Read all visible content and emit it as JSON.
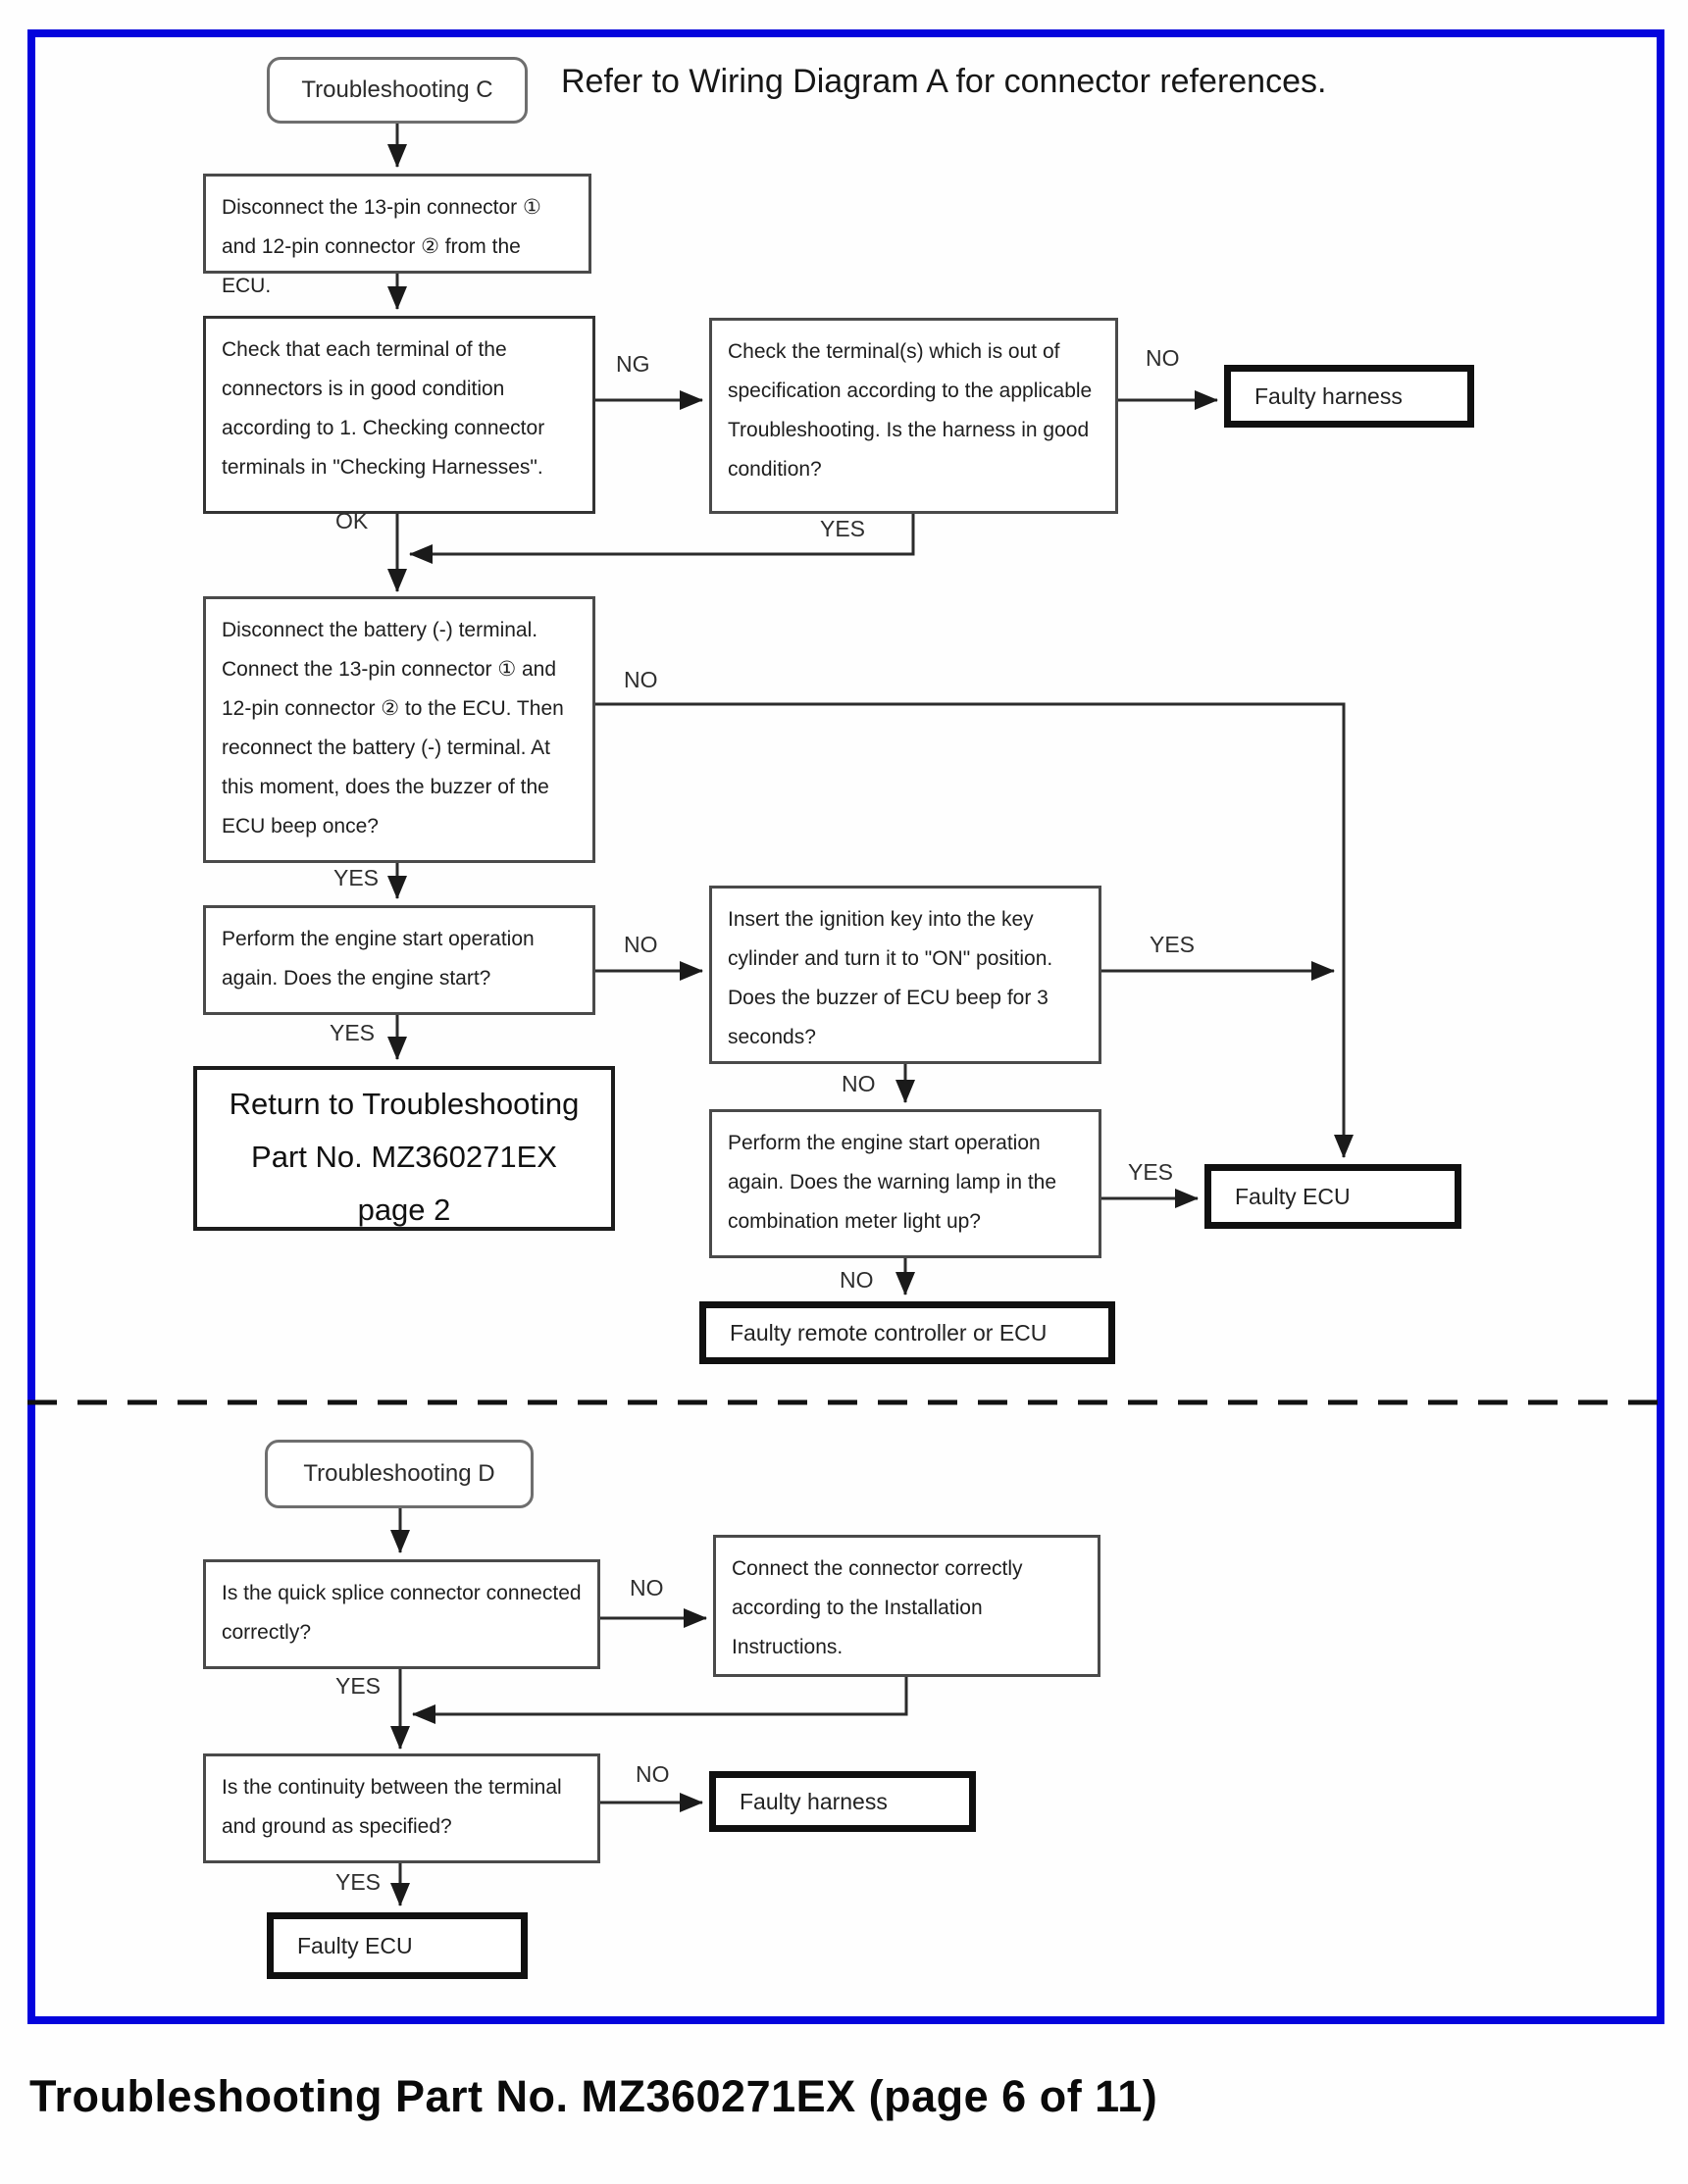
{
  "header": {
    "note": "Refer to Wiring Diagram A for connector references.",
    "caption": "Troubleshooting Part No. MZ360271EX (page 6 of 11)"
  },
  "labels": {
    "yes": "YES",
    "no": "NO",
    "ok": "OK",
    "ng": "NG"
  },
  "colors": {
    "frame_blue": "#0404dd",
    "line": "#2b2b2b"
  },
  "c": {
    "title": "Troubleshooting C",
    "disconnect": "Disconnect the 13-pin connector ① and 12-pin connector ② from the ECU.",
    "check_terminals": "Check that each terminal of the connectors is in good condition according to 1. Checking connector terminals in \"Checking Harnesses\".",
    "check_out_of_spec": "Check the terminal(s) which is out of specification according to the applicable Troubleshooting. Is the harness in good condition?",
    "faulty_harness": "Faulty harness",
    "battery": "Disconnect the battery (-) terminal. Connect the 13-pin connector ① and 12-pin connector ② to the ECU. Then reconnect the battery (-) terminal. At this moment, does the buzzer of the ECU beep once?",
    "engine_start": "Perform the engine start operation again. Does the engine start?",
    "return_line1": "Return to Troubleshooting",
    "return_line2": "Part No. MZ360271EX",
    "return_line3": "page 2",
    "ignition_key": "Insert the ignition key into the key cylinder and turn it to \"ON\" position. Does the buzzer of ECU beep for 3 seconds?",
    "warning_lamp": "Perform the engine start operation again. Does the warning lamp in the combination meter light up?",
    "faulty_ecu": "Faulty ECU",
    "faulty_remote": "Faulty remote controller or ECU"
  },
  "d": {
    "title": "Troubleshooting D",
    "quick_splice": "Is the quick splice connector connected correctly?",
    "connect_correctly": "Connect the connector correctly according to the Installation Instructions.",
    "continuity": "Is the continuity between the terminal and ground as specified?",
    "faulty_harness": "Faulty harness",
    "faulty_ecu": "Faulty ECU"
  }
}
